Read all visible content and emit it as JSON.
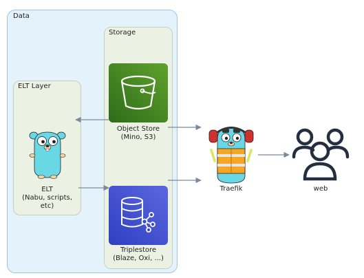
{
  "clusters": {
    "data": "Data",
    "storage": "Storage",
    "elt_layer": "ELT Layer"
  },
  "nodes": {
    "object_store": {
      "line1": "Object Store",
      "line2": "(Mino, S3)"
    },
    "triplestore": {
      "line1": "Triplestore",
      "line2": "(Blaze, Oxi, ...)"
    },
    "elt": {
      "line1": "ELT",
      "line2": "(Nabu, scripts,",
      "line3": "etc)"
    },
    "traefik": {
      "line1": "Traefik"
    },
    "web": {
      "line1": "web"
    }
  },
  "colors": {
    "data_cluster_bg": "#e3f2fb",
    "layer_cluster_bg": "#ebf1e3",
    "object_store_green": "#3f8624",
    "triplestore_blue": "#3b48cc",
    "gopher_blue": "#6ad7e5",
    "traefik_vest": "#f5a623",
    "edge_gray": "#7b8b9a"
  },
  "icons": {
    "object_store": "bucket-icon",
    "triplestore": "database-graph-icon",
    "elt": "gopher-icon",
    "traefik": "traefik-gopher-icon",
    "web": "users-icon"
  }
}
